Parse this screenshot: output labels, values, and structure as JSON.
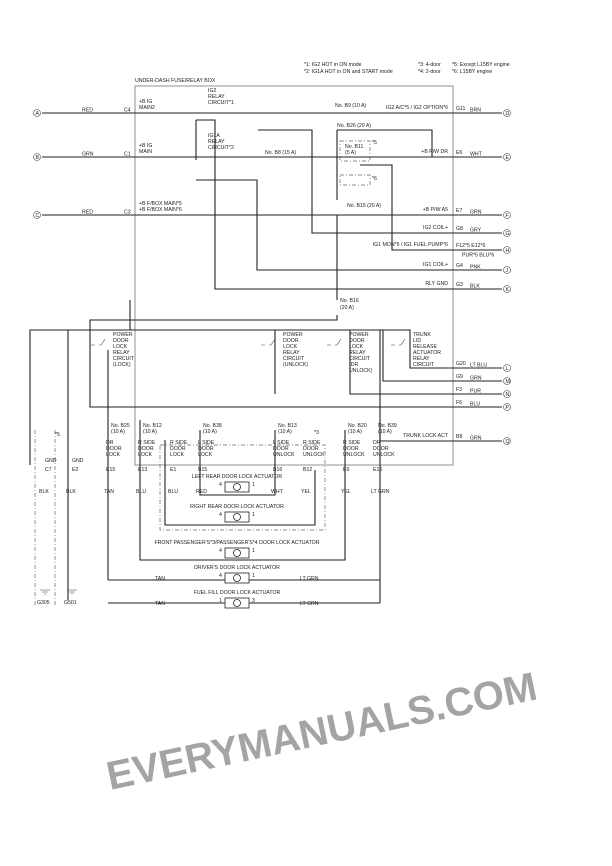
{
  "footnotes": [
    "*1: IG2 HOT in ON mode",
    "*2: IG1A HOT in ON and START mode",
    "*3: 4-door",
    "*4: 2-door",
    "*5: Except L15BY engine",
    "*6: L15BY engine"
  ],
  "box_title": "UNDER-DASH FUSE/RELAY BOX",
  "inputs": [
    {
      "id": "A",
      "wire": "RED",
      "conn": "C4",
      "label1": "+B IG",
      "label2": "MAIN2"
    },
    {
      "id": "B",
      "wire": "GRN",
      "conn": "C1",
      "label1": "+B IG",
      "label2": "MAIN"
    },
    {
      "id": "C",
      "wire": "RED",
      "conn": "C3",
      "label1": "+B F/BOX MAIN*5",
      "label2": "+B F/BOX MAIN*6"
    }
  ],
  "relays": {
    "ig2": [
      "IG2",
      "RELAY",
      "CIRCUIT*1"
    ],
    "ig1a": [
      "IG1A",
      "RELAY",
      "CIRCUIT*2"
    ]
  },
  "fuses": {
    "b9": "No. B9 (10 A)",
    "b26": "No. B26 (20 A)",
    "b8": "No. B8 (15 A)",
    "b11": "No. B11",
    "b11a": "(5 A)",
    "b15": "No. B15 (20 A)",
    "b16": "No. B16",
    "b16a": "(20 A)",
    "n5": "*5",
    "n6": "*6"
  },
  "outputs": [
    {
      "id": "D",
      "wire": "BRN",
      "conn": "G11",
      "label": "IG2 A/C*5 / IG2 OPTION*6"
    },
    {
      "id": "E",
      "wire": "WHT",
      "conn": "E6",
      "label": "+B P/W DR"
    },
    {
      "id": "F",
      "wire": "GRN",
      "conn": "E7",
      "label": "+B P/W A5"
    },
    {
      "id": "G",
      "wire": "GRY",
      "conn": "G8",
      "label": "IG2 COIL+"
    },
    {
      "id": "H",
      "wire": "PUR*5 BLU*6",
      "conn": "F12*5 E12*6",
      "label": "IG1 MON*5 / IG1 FUEL PUMP*6"
    },
    {
      "id": "J",
      "wire": "PNK",
      "conn": "G4",
      "label": "IG1 COIL+"
    },
    {
      "id": "K",
      "wire": "BLK",
      "conn": "G3",
      "label": "RLY GND"
    },
    {
      "id": "L",
      "wire": "LT BLU",
      "conn": "G20",
      "label": ""
    },
    {
      "id": "M",
      "wire": "GRN",
      "conn": "G9",
      "label": ""
    },
    {
      "id": "N",
      "wire": "PUR",
      "conn": "F3",
      "label": ""
    },
    {
      "id": "P",
      "wire": "BLU",
      "conn": "F6",
      "label": ""
    },
    {
      "id": "Q",
      "wire": "GRN",
      "conn": "B8",
      "label": "TRUNK LOCK ACT"
    }
  ],
  "door_relays": [
    [
      "POWER",
      "DOOR",
      "LOCK",
      "RELAY",
      "CIRCUIT",
      "(LOCK)"
    ],
    [
      "POWER",
      "DOOR",
      "LOCK",
      "RELAY",
      "CIRCUIT",
      "(UNLOCK)"
    ],
    [
      "POWER",
      "DOOR",
      "LOCK",
      "RELAY",
      "CIRCUIT",
      "(DR",
      "UNLOCK)"
    ],
    [
      "TRUNK",
      "LID",
      "RELEASE",
      "ACTUATOR",
      "RELAY",
      "CIRCUIT"
    ]
  ],
  "lower_fuses": [
    {
      "no": "No. B25",
      "amp": "(10 A)",
      "l": [
        "DR",
        "DOOR",
        "LOCK"
      ],
      "conn": "E15",
      "wire": "TAN"
    },
    {
      "no": "No. B12",
      "amp": "(10 A)",
      "l": [
        "R SIDE",
        "DOOR",
        "LOCK"
      ],
      "conn": "E13",
      "wire": "BLU"
    },
    {
      "no": "",
      "amp": "",
      "l": [
        "R SIDE",
        "DOOR",
        "LOCK"
      ],
      "conn": "E1",
      "wire": "BLU"
    },
    {
      "no": "No. B38",
      "amp": "(10 A)",
      "l": [
        "L SIDE",
        "DOOR",
        "LOCK"
      ],
      "conn": "B15",
      "wire": "RED"
    },
    {
      "no": "No. B13",
      "amp": "(10 A)",
      "l": [
        "L SIDE",
        "DOOR",
        "UNLOCK"
      ],
      "conn": "B16",
      "wire": "WHT"
    },
    {
      "no": "",
      "amp": "",
      "l": [
        "R SIDE",
        "DOOR",
        "UNLOCK"
      ],
      "conn": "B12",
      "wire": "YEL"
    },
    {
      "no": "No. B20",
      "amp": "(10 A)",
      "l": [
        "R SIDE",
        "DOOR",
        "UNLOCK"
      ],
      "conn": "E9",
      "wire": "YEL"
    },
    {
      "no": "No. B39",
      "amp": "(10 A)",
      "l": [
        "DR",
        "DOOR",
        "UNLOCK"
      ],
      "conn": "E16",
      "wire": "LT GRN"
    }
  ],
  "grounds": [
    {
      "label": "GND",
      "conn": "C7",
      "wire": "BLK",
      "g": "G305"
    },
    {
      "label": "GND",
      "conn": "E2",
      "wire": "BLK",
      "g": "G501"
    }
  ],
  "actuators": [
    {
      "name": "LEFT REAR DOOR LOCK ACTUATOR",
      "p1": "4",
      "p2": "1"
    },
    {
      "name": "RIGHT REAR DOOR LOCK ACTUATOR",
      "p1": "4",
      "p2": "1"
    },
    {
      "name": "FRONT PASSENGER'S*3/PASSENGER'S*4 DOOR LOCK ACTUATOR",
      "p1": "4",
      "p2": "1"
    },
    {
      "name": "DRIVER'S DOOR LOCK ACTUATOR",
      "p1": "4",
      "p2": "1",
      "w1": "TAN",
      "w2": "LT GRN"
    },
    {
      "name": "FUEL FILL DOOR LOCK ACTUATOR",
      "p1": "1",
      "p2": "3",
      "w1": "TAN",
      "w2": "LT GRN"
    }
  ],
  "notes": {
    "n3": "*3",
    "n5": "*5"
  },
  "watermark": "EVERYMANUALS.COM"
}
